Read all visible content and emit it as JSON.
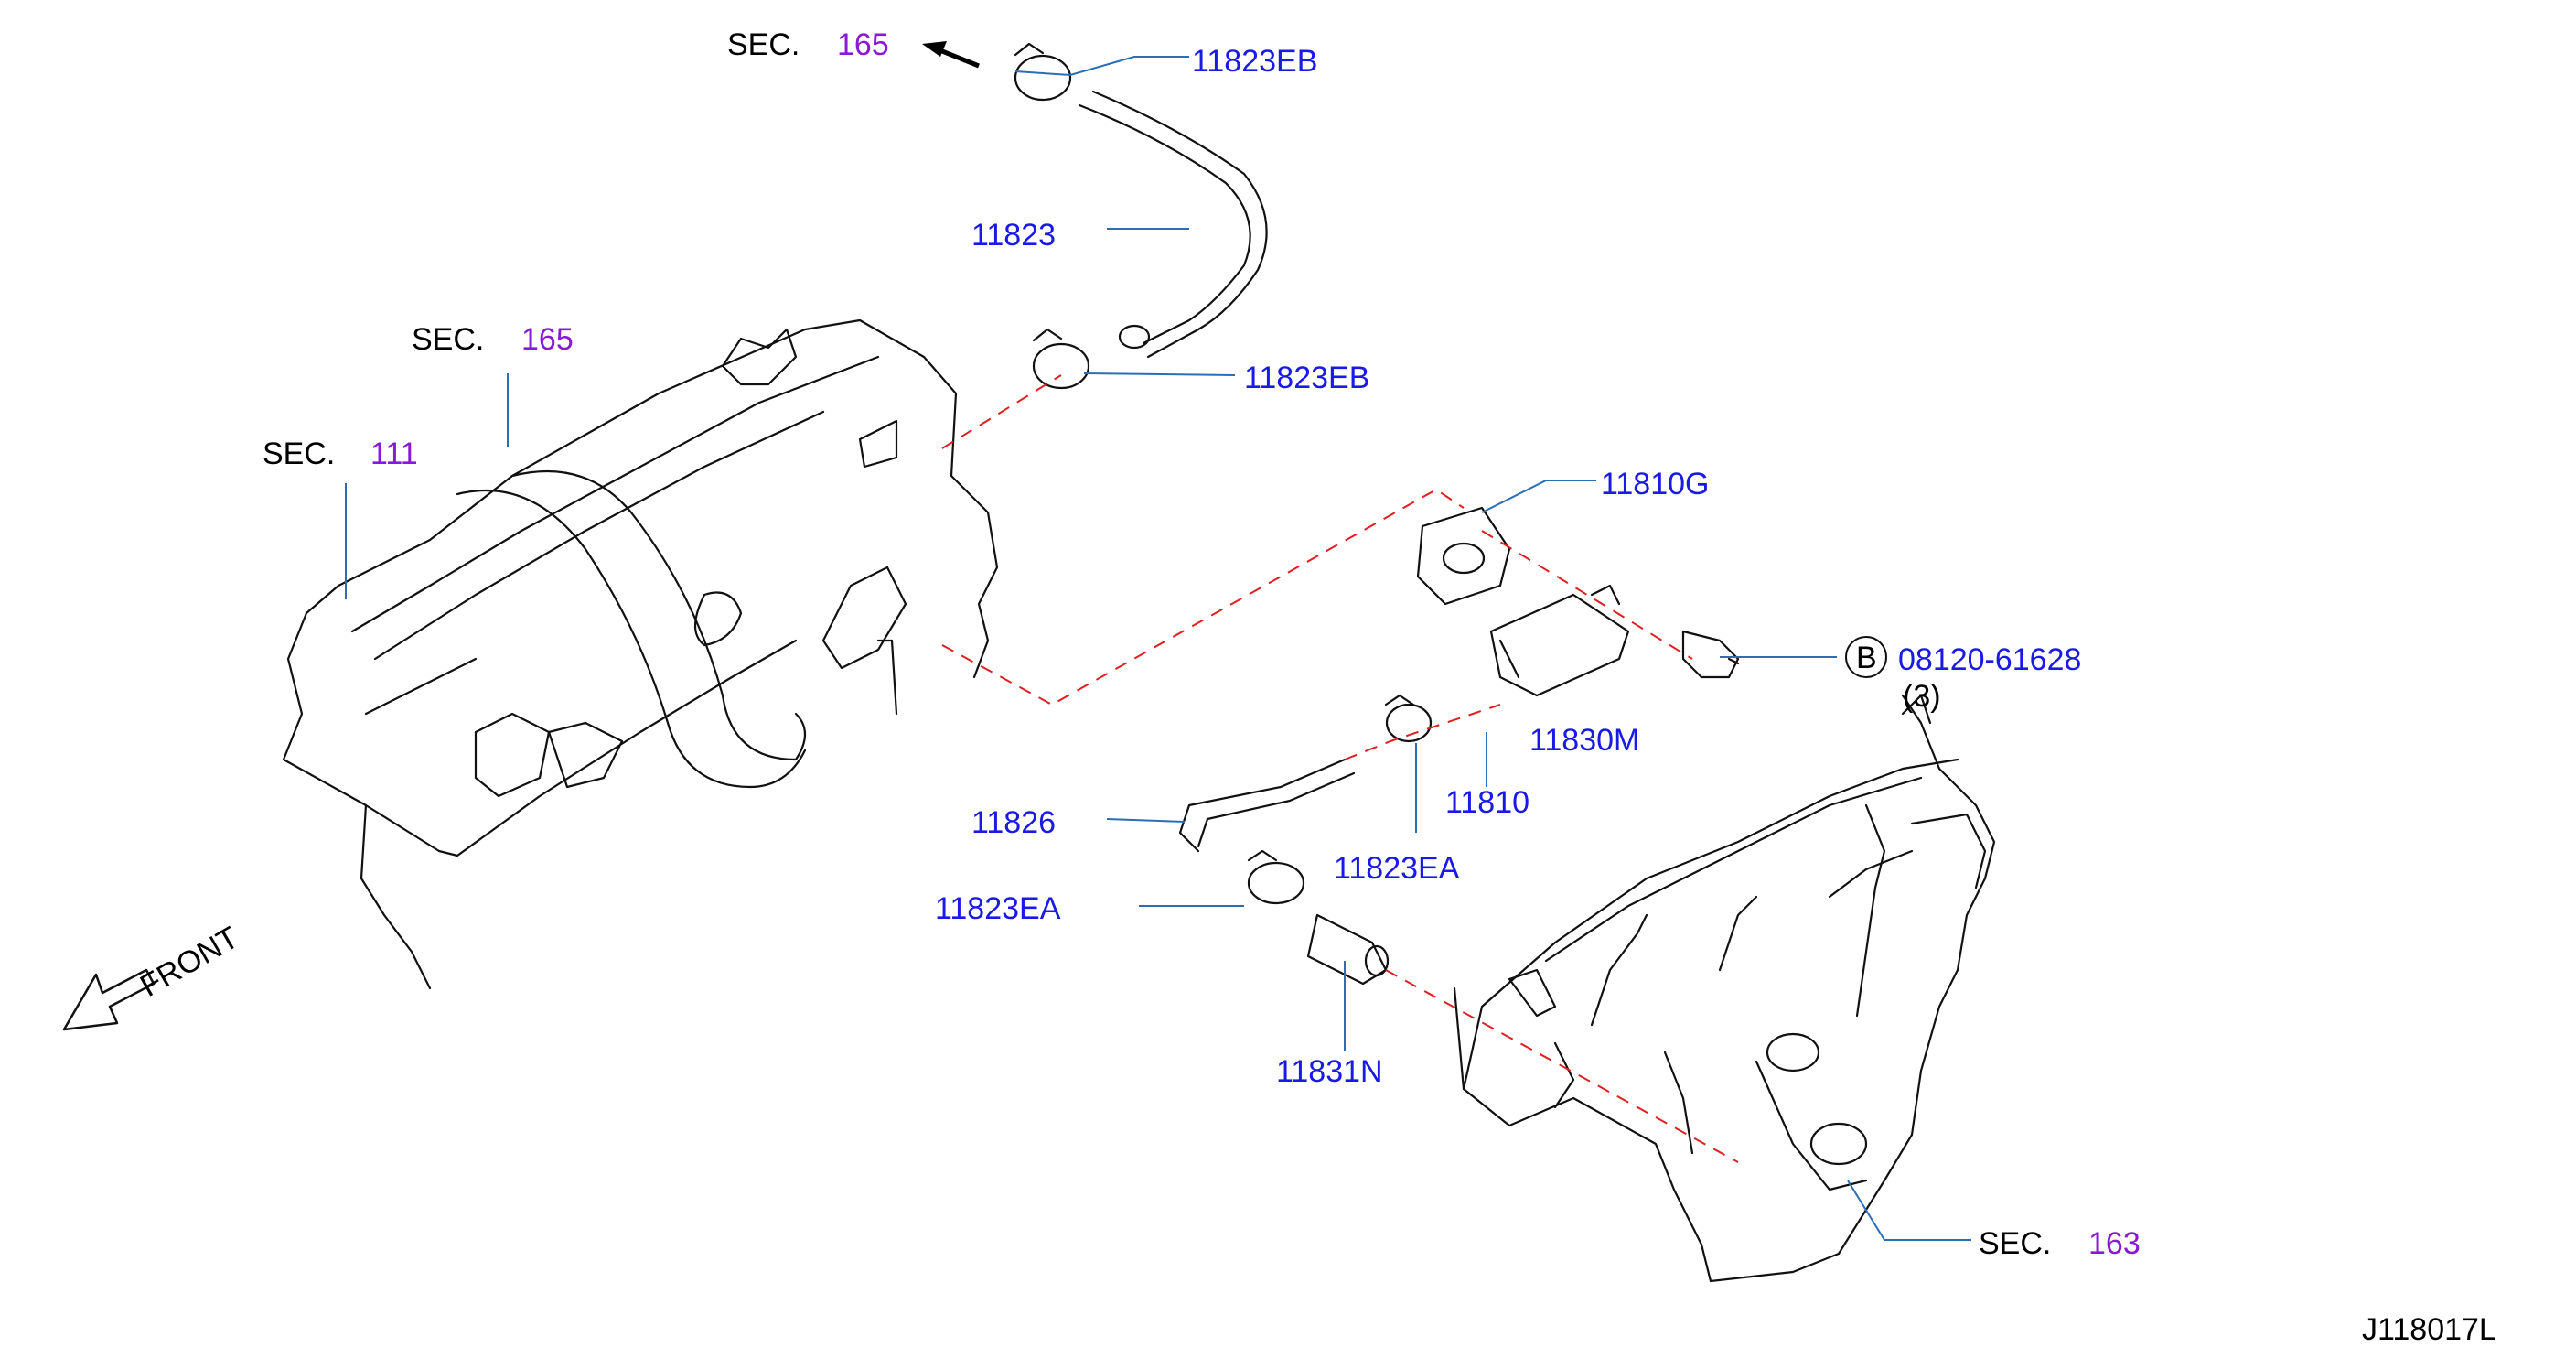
{
  "colors": {
    "part_number": "#1a1ae6",
    "section_number": "#8a19d6",
    "leader_line": "#2a6fb5",
    "dashed_line": "#e02020",
    "line_art": "#111111"
  },
  "callouts": {
    "sec_165_top": {
      "prefix": "SEC.",
      "num": "165"
    },
    "sec_165_mid": {
      "prefix": "SEC.",
      "num": "165"
    },
    "sec_111": {
      "prefix": "SEC.",
      "num": "111"
    },
    "sec_163": {
      "prefix": "SEC.",
      "num": "163"
    },
    "clamp_11823EB_top": "11823EB",
    "hose_11823": "11823",
    "clamp_11823EB_bottom": "11823EB",
    "gasket_11810G": "11810G",
    "bolt_circle": "B",
    "bolt_08120": "08120-61628",
    "bolt_qty": "(3)",
    "valve_11830M": "11830M",
    "pcv_11810": "11810",
    "hose_11826": "11826",
    "clamp_11823EA_right": "11823EA",
    "clamp_11823EA_left": "11823EA",
    "connector_11831N": "11831N"
  },
  "front_label": "FRONT",
  "diagram_code": "J118017L"
}
